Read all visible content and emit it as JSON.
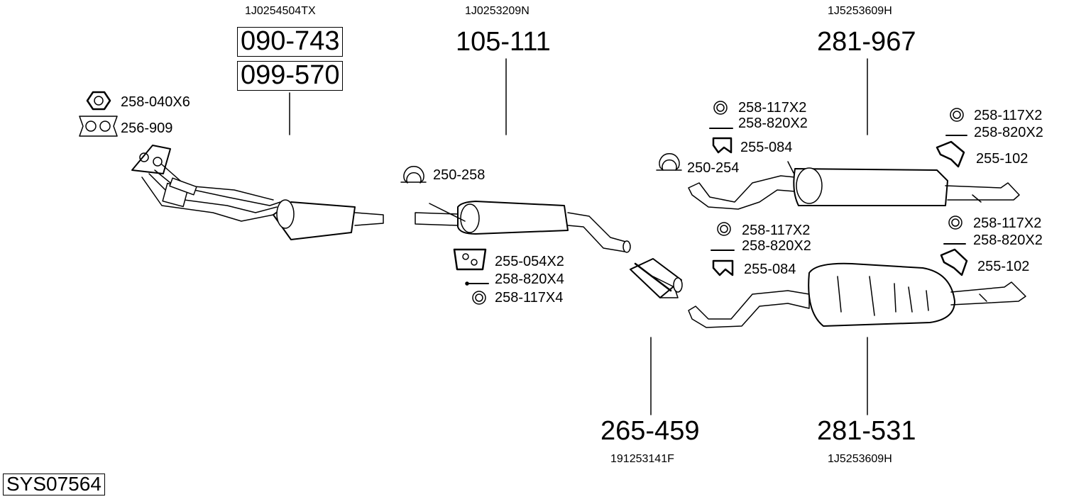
{
  "system_code": "SYS07564",
  "groups": {
    "front": {
      "oem": "1J0254504TX",
      "part_a": "090-743",
      "part_b": "099-570",
      "items": [
        "258-040X6",
        "256-909"
      ]
    },
    "middle": {
      "oem": "1J0253209N",
      "part": "105-111",
      "items": [
        "250-258",
        "255-054X2",
        "258-820X4",
        "258-117X4"
      ]
    },
    "pipe": {
      "oem": "191253141F",
      "part": "265-459"
    },
    "rear_top": {
      "oem": "1J5253609H",
      "part": "281-967",
      "items": [
        "258-117X2",
        "258-820X2",
        "255-084",
        "250-254",
        "258-117X2",
        "258-820X2",
        "255-102"
      ]
    },
    "rear_bottom": {
      "oem": "1J5253609H",
      "part": "281-531",
      "items": [
        "258-117X2",
        "258-820X2",
        "255-084",
        "258-117X2",
        "258-820X2",
        "255-102"
      ]
    }
  }
}
